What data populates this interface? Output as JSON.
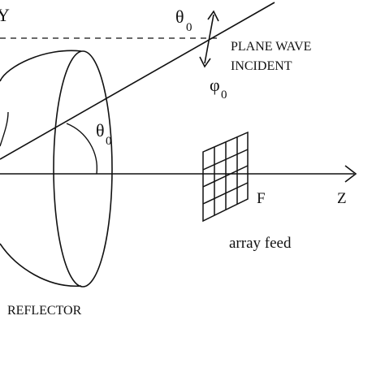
{
  "labels": {
    "y_axis": "Y",
    "theta0_top": "θ",
    "theta0_top_sub": "0",
    "plane_wave_line1": "PLANE WAVE",
    "plane_wave_line2": "INCIDENT",
    "phi0": "φ",
    "phi0_sub": "0",
    "theta0_angle": "θ",
    "theta0_angle_sub": "0",
    "focus": "F",
    "z_axis": "Z",
    "array_feed": "array feed",
    "reflector": "REFLECTOR"
  },
  "colors": {
    "ink": "#111111",
    "background": "#ffffff"
  }
}
